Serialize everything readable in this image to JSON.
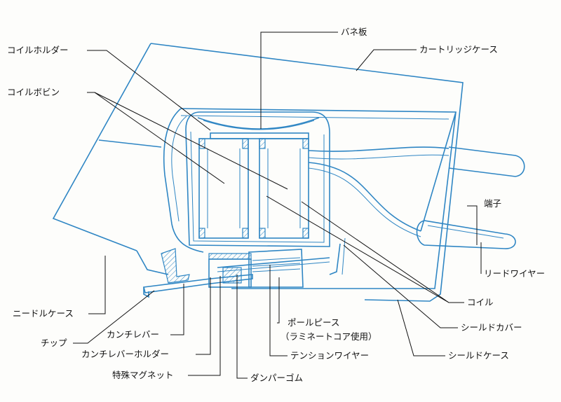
{
  "labels": {
    "spring_plate": "バネ板",
    "cartridge_case": "カートリッジケース",
    "coil_holder": "コイルホルダー",
    "coil_bobbin": "コイルボビン",
    "terminal": "端子",
    "lead_wire": "リードワイヤー",
    "coil": "コイル",
    "shield_cover": "シールドカバー",
    "shield_case": "シールドケース",
    "needle_case": "ニードルケース",
    "chip": "チップ",
    "cantilever": "カンチレバー",
    "pole_piece": "ポールピース",
    "pole_piece_note": "（ラミネートコア使用）",
    "cantilever_holder": "カンチレバーホルダー",
    "tension_wire": "テンションワイヤー",
    "special_magnet": "特殊マグネット",
    "damper_rubber": "ダンパーゴム"
  },
  "colors": {
    "line": "#2f86c4",
    "leader": "#111111",
    "background": "#fdfdfb"
  }
}
